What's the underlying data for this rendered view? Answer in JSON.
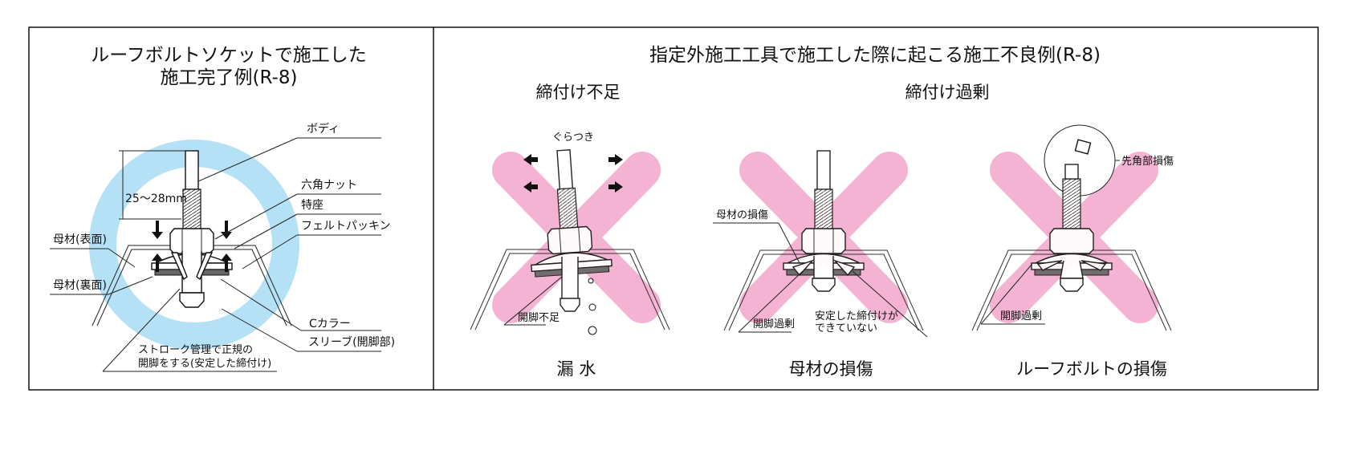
{
  "left_panel": {
    "title_line1": "ルーフボルトソケットで施工した",
    "title_line2": "施工完了例(R-8)",
    "dimension": "25〜28mm",
    "labels": {
      "body": "ボディ",
      "hex_nut": "六角ナット",
      "special_washer": "特座",
      "felt_packing": "フェルトパッキン",
      "base_front": "母材(表面)",
      "base_back": "母材(裏面)",
      "c_collar": "Cカラー",
      "sleeve": "スリーブ(開脚部)",
      "stroke_note_line1": "ストローク管理で正規の",
      "stroke_note_line2": "開脚をする(安定した締付け)"
    }
  },
  "right_panel": {
    "title": "指定外施工工具で施工した際に起こる施工不良例(R-8)",
    "group_under": "締付け不足",
    "group_over": "締付け過剰",
    "cases": [
      {
        "caption": "漏 水",
        "notes": [
          "ぐらつき",
          "開脚不足"
        ]
      },
      {
        "caption": "母材の損傷",
        "notes": [
          "母材の損傷",
          "開脚過剰",
          "安定した締付けが",
          "できていない"
        ]
      },
      {
        "caption": "ルーフボルトの損傷",
        "notes": [
          "先角部損傷",
          "開脚過剰"
        ]
      }
    ]
  },
  "colors": {
    "ring": "#b5e1f6",
    "cross": "#f5b3d4",
    "packing": "#666666"
  }
}
